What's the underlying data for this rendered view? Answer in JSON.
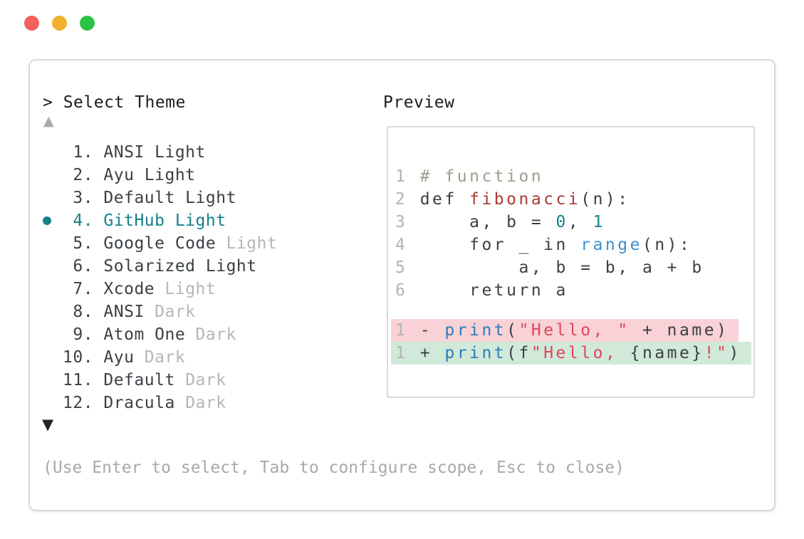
{
  "window": {
    "traffic_lights": [
      {
        "name": "close",
        "color": "#f4605a"
      },
      {
        "name": "minimize",
        "color": "#f2b02e"
      },
      {
        "name": "zoom",
        "color": "#2bc244"
      }
    ]
  },
  "theme_picker": {
    "prompt": "> Select Theme",
    "scroll_up": "▲",
    "scroll_down": "▼",
    "selected_color": "#16808a",
    "items": [
      {
        "number": "1.",
        "name": "ANSI Light",
        "muted": "",
        "selected": false
      },
      {
        "number": "2.",
        "name": "Ayu Light",
        "muted": "",
        "selected": false
      },
      {
        "number": "3.",
        "name": "Default Light",
        "muted": "",
        "selected": false
      },
      {
        "number": "4.",
        "name": "GitHub Light",
        "muted": "",
        "selected": true
      },
      {
        "number": "5.",
        "name": "Google Code",
        "muted": "Light",
        "selected": false
      },
      {
        "number": "6.",
        "name": "Solarized Light",
        "muted": "",
        "selected": false
      },
      {
        "number": "7.",
        "name": "Xcode",
        "muted": "Light",
        "selected": false
      },
      {
        "number": "8.",
        "name": "ANSI",
        "muted": "Dark",
        "selected": false
      },
      {
        "number": "9.",
        "name": "Atom One",
        "muted": "Dark",
        "selected": false
      },
      {
        "number": "10.",
        "name": "Ayu",
        "muted": "Dark",
        "selected": false
      },
      {
        "number": "11.",
        "name": "Default",
        "muted": "Dark",
        "selected": false
      },
      {
        "number": "12.",
        "name": "Dracula",
        "muted": "Dark",
        "selected": false
      }
    ],
    "help": "(Use Enter to select, Tab to configure scope, Esc to close)"
  },
  "preview": {
    "label": "Preview",
    "code_lines": [
      {
        "tokens": [
          [
            "ln",
            "1"
          ],
          [
            "t",
            " "
          ],
          [
            "c",
            "# function"
          ]
        ]
      },
      {
        "tokens": [
          [
            "ln",
            "2"
          ],
          [
            "t",
            " def "
          ],
          [
            "fn",
            "fibonacci"
          ],
          [
            "t",
            "(n):"
          ]
        ]
      },
      {
        "tokens": [
          [
            "ln",
            "3"
          ],
          [
            "t",
            "     a, b = "
          ],
          [
            "nm",
            "0"
          ],
          [
            "t",
            ", "
          ],
          [
            "nm",
            "1"
          ]
        ]
      },
      {
        "tokens": [
          [
            "ln",
            "4"
          ],
          [
            "t",
            "     for _ in "
          ],
          [
            "b2",
            "range"
          ],
          [
            "t",
            "(n):"
          ]
        ]
      },
      {
        "tokens": [
          [
            "ln",
            "5"
          ],
          [
            "t",
            "         a, b = b, a + b"
          ]
        ]
      },
      {
        "tokens": [
          [
            "ln",
            "6"
          ],
          [
            "t",
            "     return a"
          ]
        ]
      }
    ],
    "diff_lines": [
      {
        "bg": "removed",
        "tokens": [
          [
            "ln",
            "1"
          ],
          [
            "t",
            " - "
          ],
          [
            "b1",
            "print"
          ],
          [
            "t",
            "("
          ],
          [
            "str",
            "\"Hello, \""
          ],
          [
            "t",
            " + name)"
          ]
        ]
      },
      {
        "bg": "added",
        "tokens": [
          [
            "ln",
            "1"
          ],
          [
            "t",
            " + "
          ],
          [
            "b1",
            "print"
          ],
          [
            "t",
            "(f"
          ],
          [
            "str",
            "\"Hello, "
          ],
          [
            "t",
            "{name}"
          ],
          [
            "str",
            "!\""
          ],
          [
            "t",
            ")"
          ]
        ]
      }
    ]
  },
  "colors": {
    "panel_border": "#d9d9d9",
    "text_dark": "#3b4045",
    "text_muted": "#b4b6b8",
    "accent_teal": "#16808a",
    "comment": "#9aa08e",
    "function_red": "#ab3a33",
    "number_teal": "#17828c",
    "builtin_blue": "#2b7cb9",
    "range_blue": "#3e8ed0",
    "string_red": "#e2455c",
    "diff_removed_bg": "#f8d2d6",
    "diff_added_bg": "#d0e9d9",
    "help_gray": "#a7a9ab"
  }
}
